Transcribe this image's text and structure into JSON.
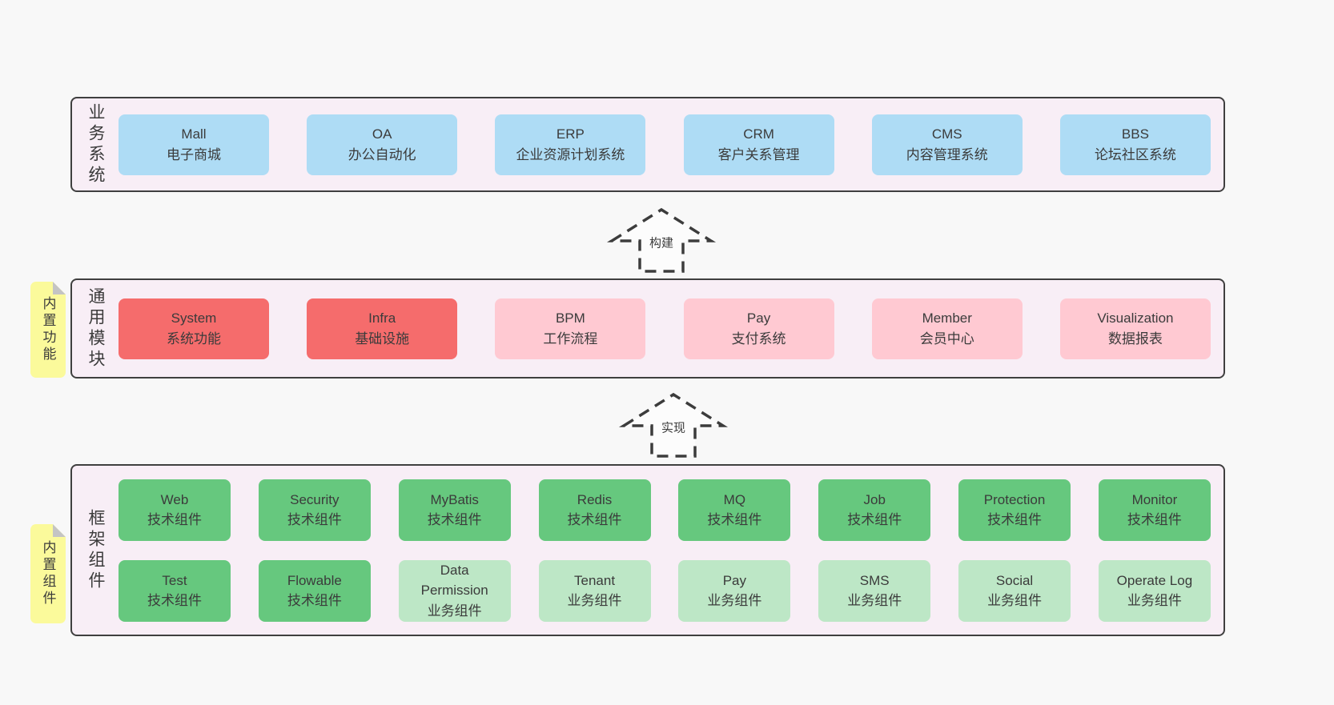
{
  "colors": {
    "page_background": "#f8f8f8",
    "section_background": "#f8eef6",
    "section_border": "#3f3f3f",
    "business_box": "#aedcf5",
    "core_module_box": "#f56c6c",
    "optional_module_box": "#ffc9d2",
    "tech_component_box": "#66c87e",
    "biz_component_box": "#bde7c6",
    "sticky_tab": "#fbfa9b",
    "sticky_tab_fold": "#c4c4c4",
    "text": "#3b3b3b"
  },
  "sections": [
    {
      "label": "业务系统",
      "boxes": [
        {
          "title": "Mall",
          "subtitle": "电子商城"
        },
        {
          "title": "OA",
          "subtitle": "办公自动化"
        },
        {
          "title": "ERP",
          "subtitle": "企业资源计划系统"
        },
        {
          "title": "CRM",
          "subtitle": "客户关系管理"
        },
        {
          "title": "CMS",
          "subtitle": "内容管理系统"
        },
        {
          "title": "BBS",
          "subtitle": "论坛社区系统"
        }
      ]
    },
    {
      "label": "通用模块",
      "tab": "内置功能",
      "boxes": [
        {
          "title": "System",
          "subtitle": "系统功能"
        },
        {
          "title": "Infra",
          "subtitle": "基础设施"
        },
        {
          "title": "BPM",
          "subtitle": "工作流程"
        },
        {
          "title": "Pay",
          "subtitle": "支付系统"
        },
        {
          "title": "Member",
          "subtitle": "会员中心"
        },
        {
          "title": "Visualization",
          "subtitle": "数据报表"
        }
      ]
    },
    {
      "label": "框架组件",
      "tab": "内置组件",
      "rows": [
        {
          "boxes": [
            {
              "title": "Web",
              "subtitle": "技术组件"
            },
            {
              "title": "Security",
              "subtitle": "技术组件"
            },
            {
              "title": "MyBatis",
              "subtitle": "技术组件"
            },
            {
              "title": "Redis",
              "subtitle": "技术组件"
            },
            {
              "title": "MQ",
              "subtitle": "技术组件"
            },
            {
              "title": "Job",
              "subtitle": "技术组件"
            },
            {
              "title": "Protection",
              "subtitle": "技术组件"
            },
            {
              "title": "Monitor",
              "subtitle": "技术组件"
            }
          ]
        },
        {
          "boxes": [
            {
              "title": "Test",
              "subtitle": "技术组件"
            },
            {
              "title": "Flowable",
              "subtitle": "技术组件"
            },
            {
              "title": "Data Permission",
              "subtitle": "业务组件"
            },
            {
              "title": "Tenant",
              "subtitle": "业务组件"
            },
            {
              "title": "Pay",
              "subtitle": "业务组件"
            },
            {
              "title": "SMS",
              "subtitle": "业务组件"
            },
            {
              "title": "Social",
              "subtitle": "业务组件"
            },
            {
              "title": "Operate Log",
              "subtitle": "业务组件"
            }
          ]
        }
      ]
    }
  ],
  "arrows": [
    {
      "label": "构建"
    },
    {
      "label": "实现"
    }
  ]
}
